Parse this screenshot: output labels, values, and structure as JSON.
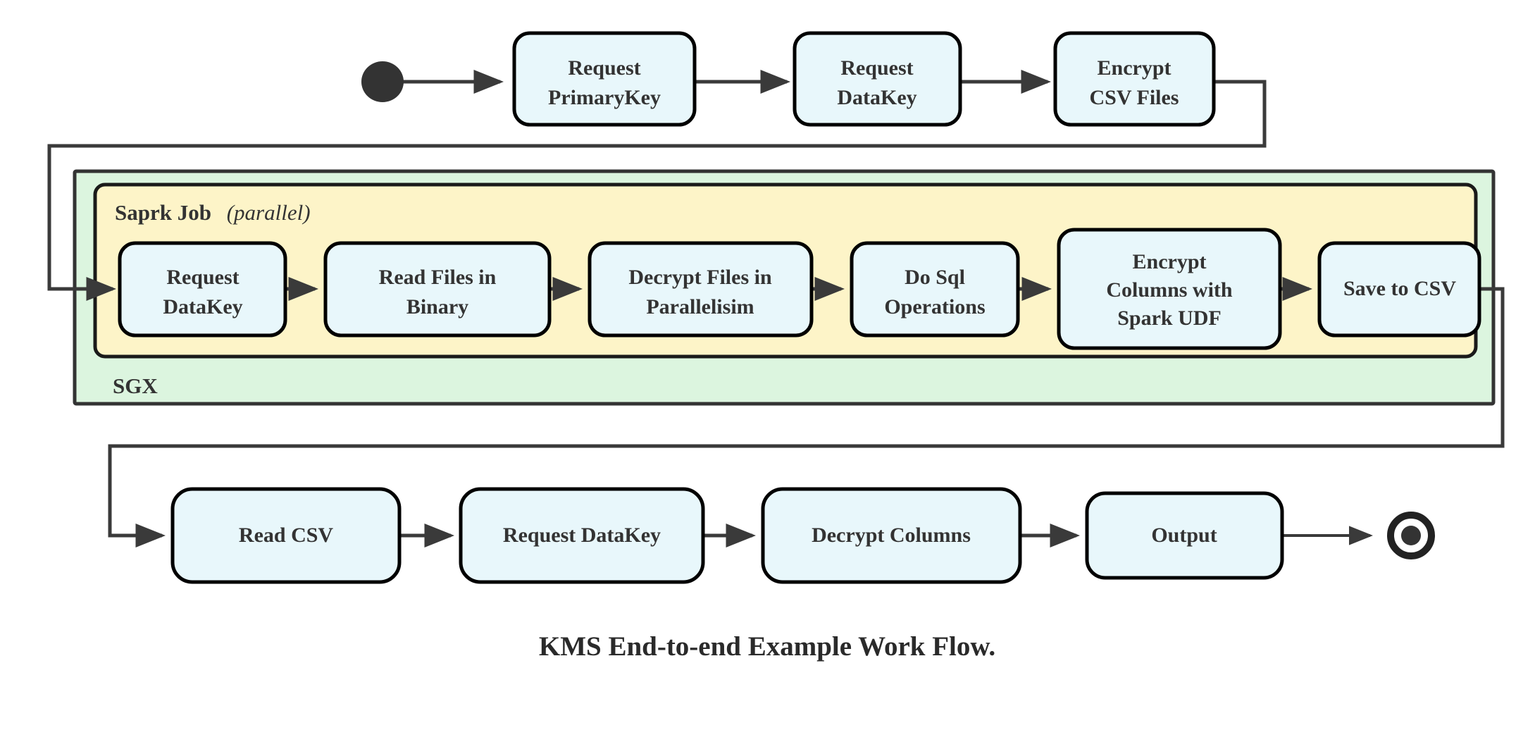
{
  "diagram": {
    "caption": "KMS End-to-end Example Work Flow.",
    "colors": {
      "node_fill": "#e8f7fb",
      "node_stroke": "#000000",
      "sgx_fill": "#dcf5df",
      "spark_fill": "#fdf4c8",
      "edge": "#3a3a3a",
      "text": "#333333"
    },
    "containers": {
      "sgx": {
        "label": "SGX"
      },
      "spark": {
        "label_bold": "Saprk Job",
        "label_italic": "(parallel)"
      }
    },
    "nodes": {
      "start": {
        "name": "start-node"
      },
      "end": {
        "name": "end-node"
      },
      "row_top": [
        {
          "id": "request-primarykey",
          "lines": [
            "Request",
            "PrimaryKey"
          ]
        },
        {
          "id": "request-datakey-top",
          "lines": [
            "Request",
            "DataKey"
          ]
        },
        {
          "id": "encrypt-csv-files",
          "lines": [
            "Encrypt",
            "CSV Files"
          ]
        }
      ],
      "row_middle": [
        {
          "id": "request-datakey-spark",
          "lines": [
            "Request",
            "DataKey"
          ]
        },
        {
          "id": "read-files-in-binary",
          "lines": [
            "Read Files in",
            "Binary"
          ]
        },
        {
          "id": "decrypt-files-in-parallelisim",
          "lines": [
            "Decrypt Files in",
            "Parallelisim"
          ]
        },
        {
          "id": "do-sql-operations",
          "lines": [
            "Do Sql",
            "Operations"
          ]
        },
        {
          "id": "encrypt-columns-with-spark-udf",
          "lines": [
            "Encrypt",
            "Columns with",
            "Spark UDF"
          ]
        },
        {
          "id": "save-to-csv",
          "lines": [
            "Save to CSV"
          ]
        }
      ],
      "row_bottom": [
        {
          "id": "read-csv",
          "lines": [
            "Read CSV"
          ]
        },
        {
          "id": "request-datakey-bottom",
          "lines": [
            "Request DataKey"
          ]
        },
        {
          "id": "decrypt-columns",
          "lines": [
            "Decrypt Columns"
          ]
        },
        {
          "id": "output",
          "lines": [
            "Output"
          ]
        }
      ]
    }
  }
}
